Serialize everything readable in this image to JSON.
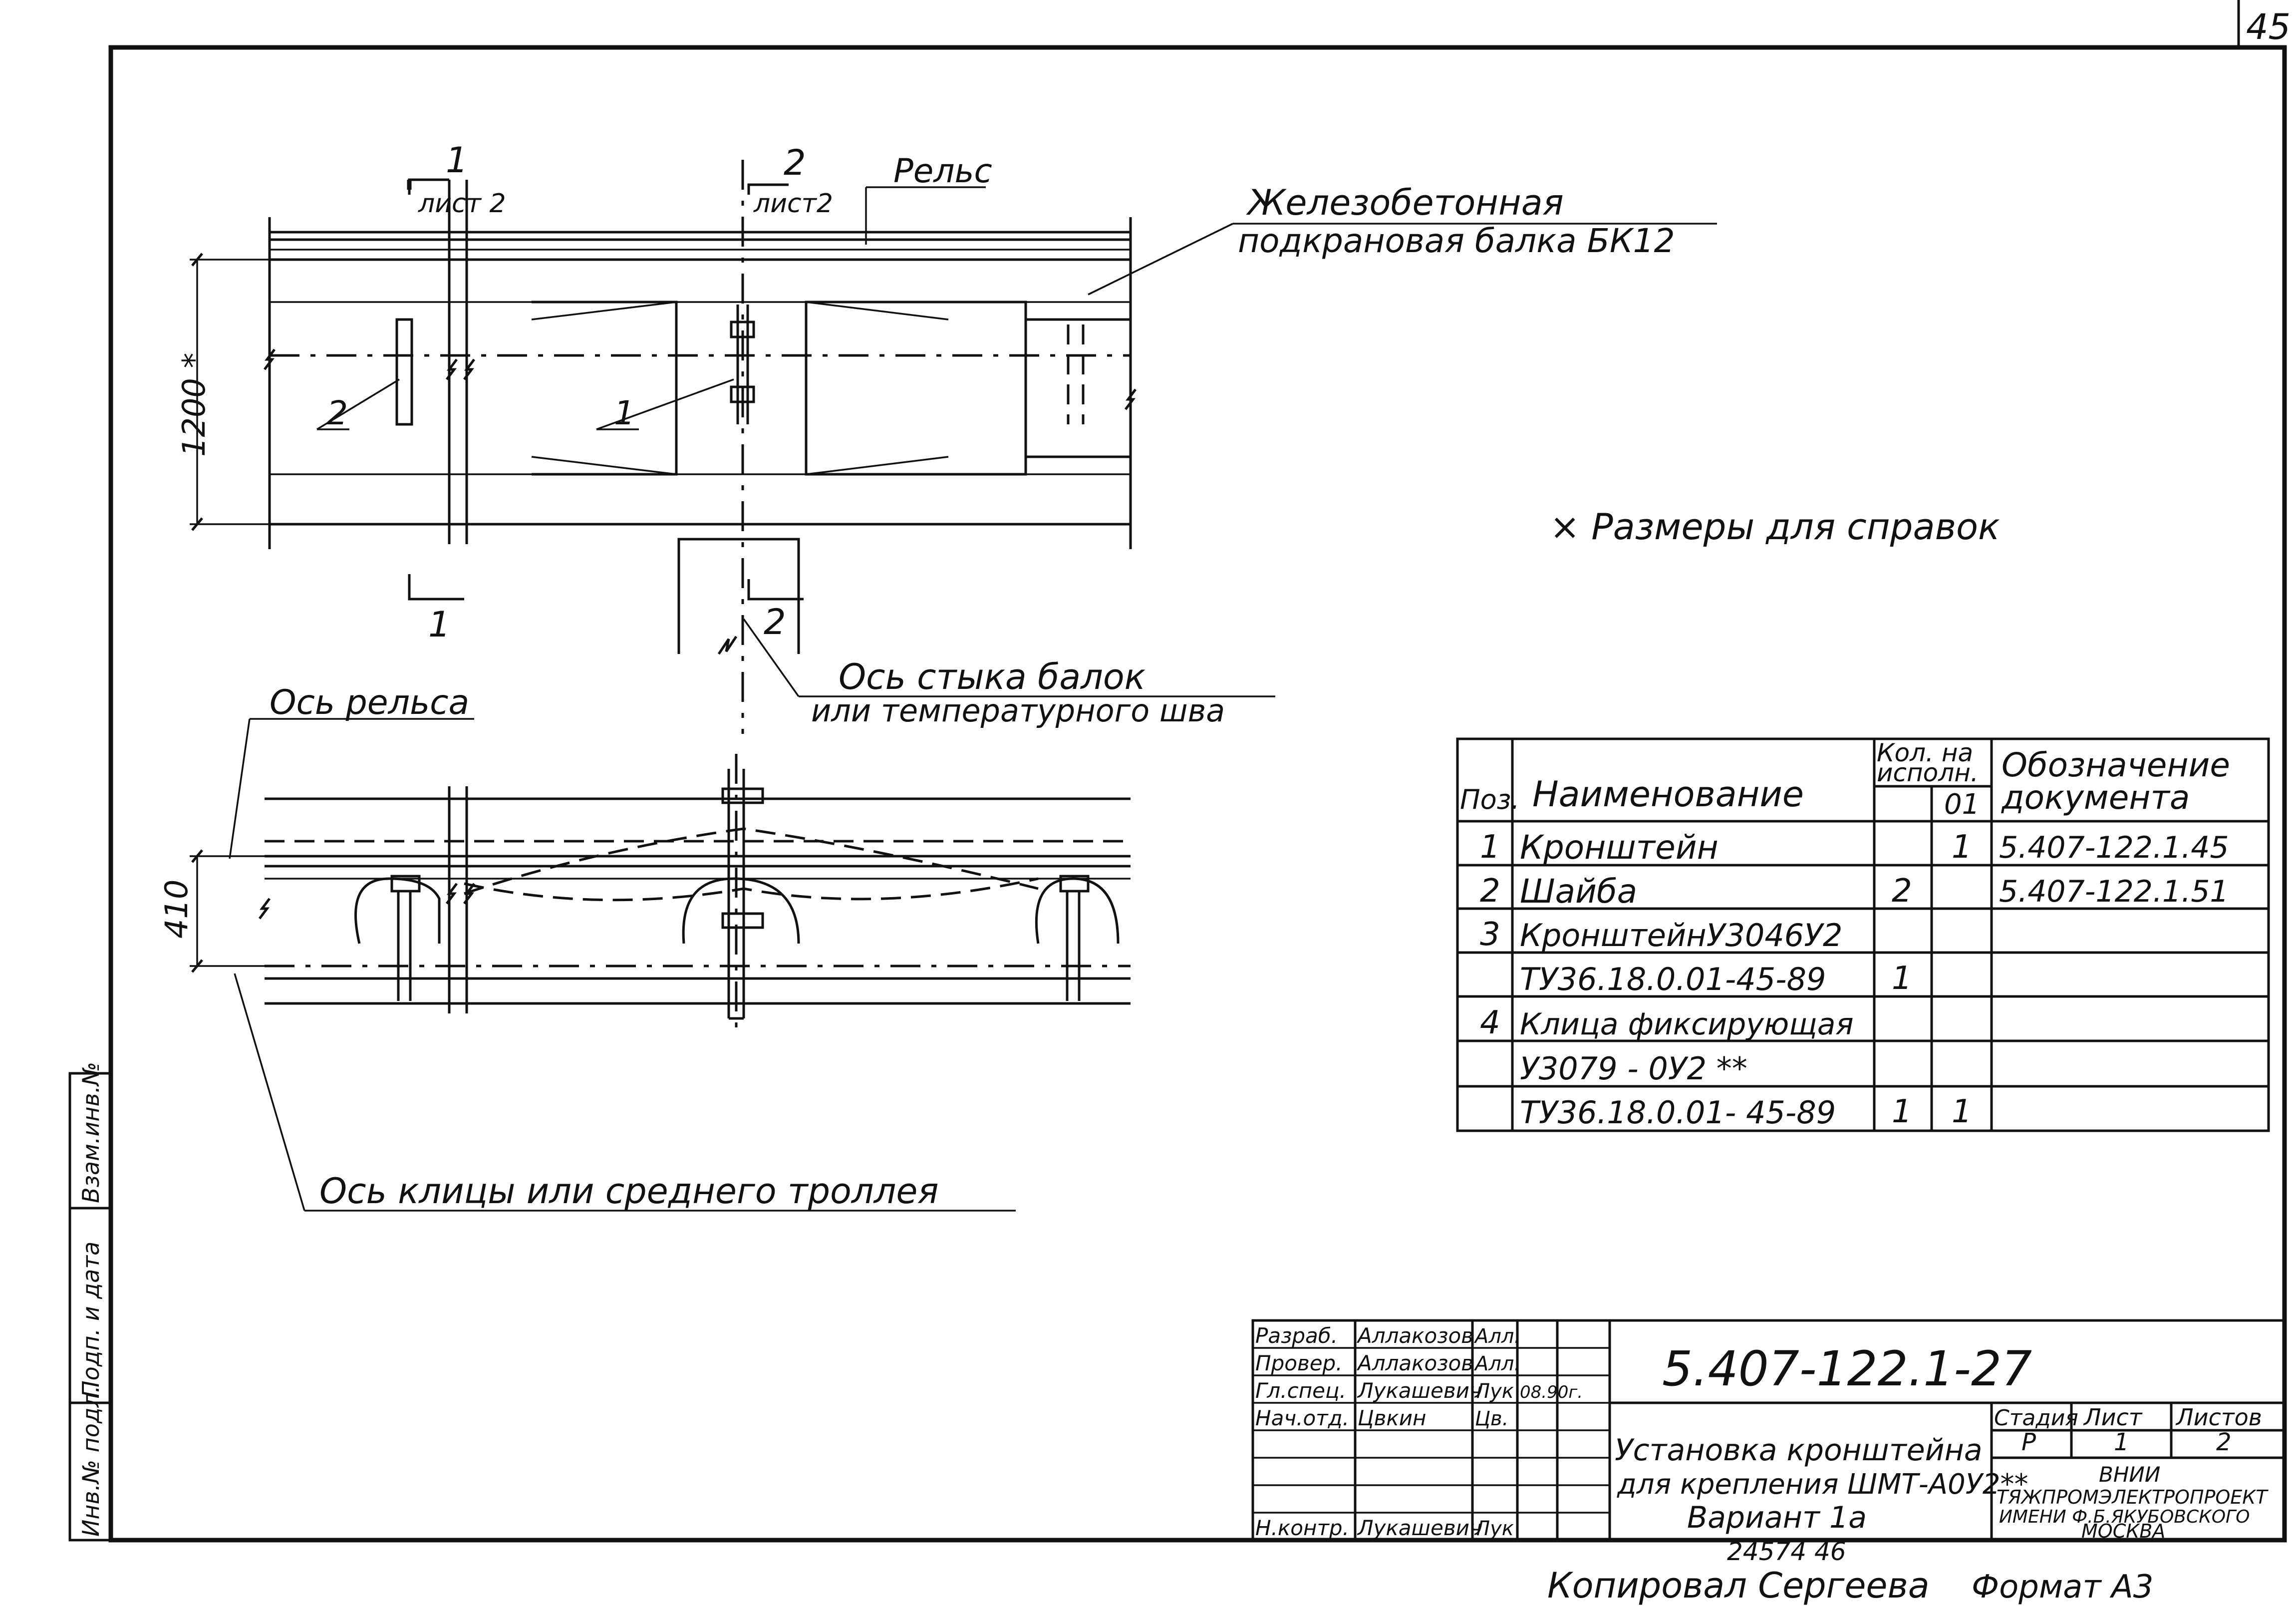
{
  "sheet_number": "45",
  "plan": {
    "section1": {
      "number": "1",
      "sheet": "лист 2",
      "number_bottom": "1"
    },
    "section2": {
      "number": "2",
      "sheet": "лист2",
      "number_bottom": "2"
    },
    "rail_label": "Рельс",
    "beam_label_line1": "Железобетонная",
    "beam_label_line2": "подкрановая балка БК12",
    "dimension_height": "1200 *",
    "callout_2": "2",
    "callout_1": "1"
  },
  "note_sizes": "× Размеры для справок",
  "joint_axis_line1": "Ось стыка балок",
  "joint_axis_line2": "или температурного шва",
  "rail_axis_label": "Ось рельса",
  "dimension_410": "410",
  "clamp_axis_label": "Ось клицы или среднего троллея",
  "spec_table": {
    "headers": {
      "pos": "Поз.",
      "name": "Наименование",
      "qty_line1": "Кол. на",
      "qty_line2": "исполн.",
      "qty_variant": "01",
      "doc_line1": "Обозначение",
      "doc_line2": "документа"
    },
    "rows": [
      {
        "pos": "1",
        "name": "Кронштейн",
        "qty_a": "",
        "qty_b": "1",
        "doc": "5.407-122.1.45"
      },
      {
        "pos": "2",
        "name": "Шайба",
        "qty_a": "2",
        "qty_b": "",
        "doc": "5.407-122.1.51"
      },
      {
        "pos": "3",
        "name": "КронштейнУ3046У2",
        "qty_a": "",
        "qty_b": "",
        "doc": ""
      },
      {
        "pos": "",
        "name": "ТУ36.18.0.01-45-89",
        "qty_a": "1",
        "qty_b": "",
        "doc": ""
      },
      {
        "pos": "4",
        "name": "Клица фиксирующая",
        "qty_a": "",
        "qty_b": "",
        "doc": ""
      },
      {
        "pos": "",
        "name": "У3079 - 0У2 **",
        "qty_a": "",
        "qty_b": "",
        "doc": ""
      },
      {
        "pos": "",
        "name": "ТУ36.18.0.01- 45-89",
        "qty_a": "1",
        "qty_b": "1",
        "doc": ""
      }
    ]
  },
  "side_stamp": {
    "inv_orig": "Инв.№ подл.",
    "sign_date": "Подп. и дата",
    "inv_repl": "Взам.инв.№"
  },
  "title_block": {
    "rows": [
      {
        "role": "Разраб.",
        "name": "Аллакозов",
        "sign": "Алл.",
        "date": ""
      },
      {
        "role": "Провер.",
        "name": "Аллакозов",
        "sign": "Алл.",
        "date": ""
      },
      {
        "role": "Гл.спец.",
        "name": "Лукашевич",
        "sign": "Лук",
        "date": "08.90г."
      },
      {
        "role": "Нач.отд.",
        "name": "Цвкин",
        "sign": "Цв.",
        "date": ""
      },
      {
        "role": "Н.контр.",
        "name": "Лукашевич",
        "sign": "Лук",
        "date": ""
      }
    ],
    "doc_code": "5.407-122.1-27",
    "title_line1": "Установка кронштейна",
    "title_line2": "для крепления ШМТ-А0У2**",
    "title_line3": "Вариант 1а",
    "stage_header": "Стадия",
    "sheet_header": "Лист",
    "sheets_header": "Листов",
    "stage": "Р",
    "sheet": "1",
    "sheets": "2",
    "org_line1": "ВНИИ",
    "org_line2": "ТЯЖПРОМЭЛЕКТРОПРОЕКТ",
    "org_line3": "ИМЕНИ Ф.Б.ЯКУБОВСКОГО",
    "org_line4": "МОСКВА"
  },
  "archive_number": "24574  46",
  "copied_by": "Копировал  Сергеева",
  "format": "Формат А3"
}
